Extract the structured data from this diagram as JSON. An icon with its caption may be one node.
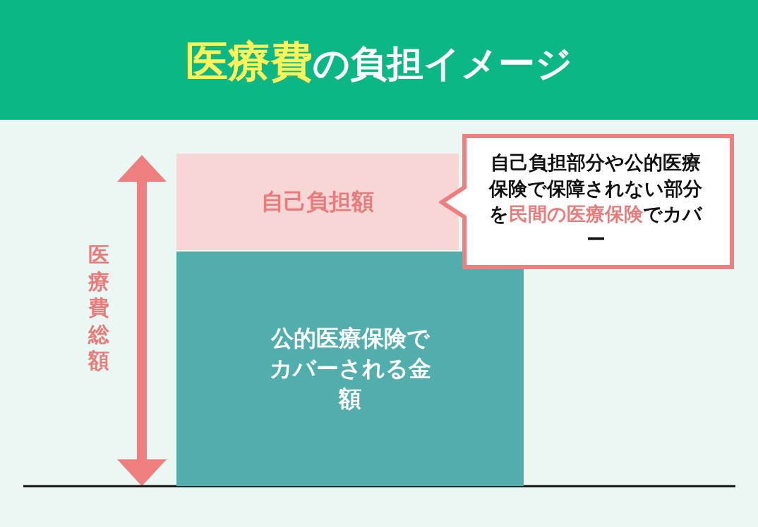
{
  "diagram": {
    "title": "**医療費**の負担イメージ",
    "nodes": [
      {
        "text": [
          "自己負担額"
        ]
      },
      {
        "text": [
          "公的医療保険でカバーされる金額"
        ]
      },
      {
        "text": [
          "自己負担部分や公的医療保険で保障されない部分を**民間の医療保険**でカバー"
        ]
      }
    ],
    "labels": [
      "医療費総額"
    ]
  }
}
